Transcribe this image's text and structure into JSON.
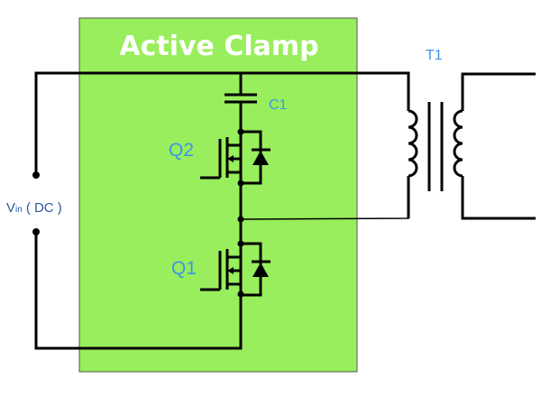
{
  "title": "Active Clamp",
  "labels": {
    "c1": "C1",
    "q2": "Q2",
    "q1": "Q1",
    "t1": "T1",
    "vin_main": "V",
    "vin_sub": "in",
    "vin_rest": "( DC )"
  },
  "colors": {
    "clamp_box": "#98ee5c",
    "label_text": "#3d97e6",
    "wire": "#000000"
  }
}
